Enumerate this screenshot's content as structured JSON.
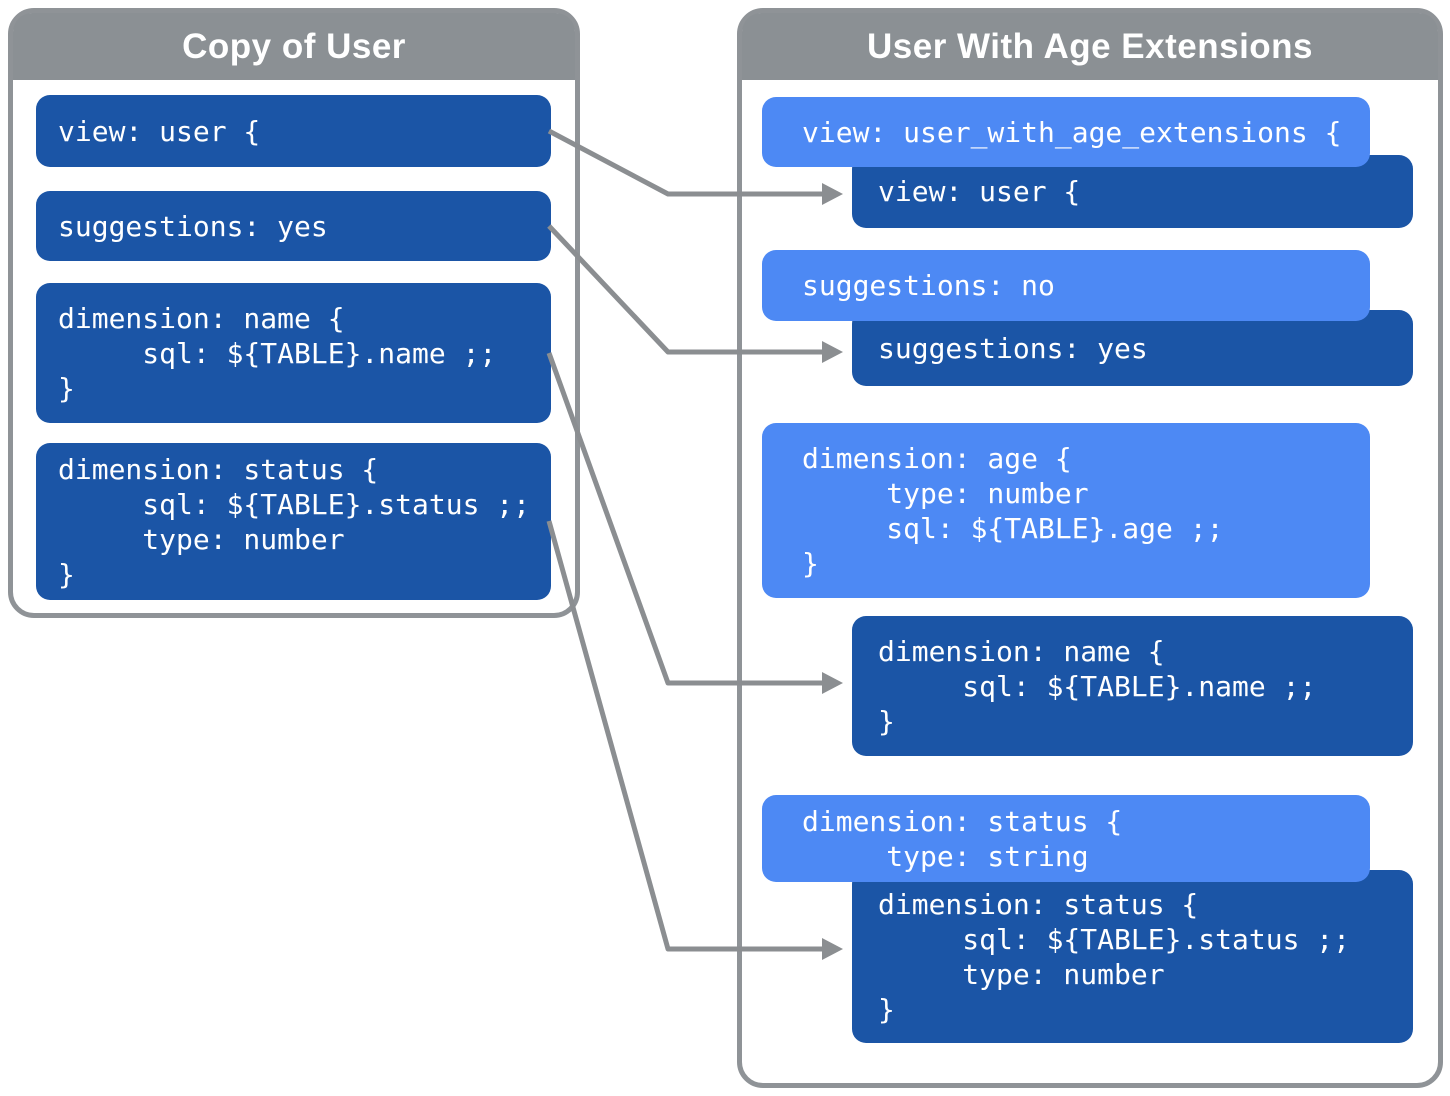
{
  "colors": {
    "dark_blue": "#1b55a6",
    "light_blue": "#4d89f4",
    "panel_gray": "#8b9094",
    "border_gray": "#8f9397",
    "arrow_gray": "#8b8e91",
    "text_white": "#ffffff"
  },
  "left_panel": {
    "title": "Copy of User",
    "blocks": [
      {
        "name": "view-user",
        "variant": "dark",
        "lines": [
          "view: user {"
        ]
      },
      {
        "name": "suggestions-yes",
        "variant": "dark",
        "lines": [
          "suggestions: yes"
        ]
      },
      {
        "name": "dimension-name",
        "variant": "dark",
        "lines": [
          "dimension: name {",
          "     sql: ${TABLE}.name ;;",
          "}"
        ]
      },
      {
        "name": "dimension-status",
        "variant": "dark",
        "lines": [
          "dimension: status {",
          "     sql: ${TABLE}.status ;;",
          "     type: number",
          "}"
        ]
      }
    ]
  },
  "right_panel": {
    "title": "User With Age Extensions",
    "blocks": [
      {
        "name": "view-extension",
        "variant": "light",
        "lines": [
          "view: user_with_age_extensions {"
        ]
      },
      {
        "name": "view-inherited",
        "variant": "dark",
        "lines": [
          "view: user {"
        ]
      },
      {
        "name": "suggestions-override",
        "variant": "light",
        "lines": [
          "suggestions: no"
        ]
      },
      {
        "name": "suggestions-inherited",
        "variant": "dark",
        "lines": [
          "suggestions: yes"
        ]
      },
      {
        "name": "dimension-age",
        "variant": "light",
        "lines": [
          "dimension: age {",
          "     type: number",
          "     sql: ${TABLE}.age ;;",
          "}"
        ]
      },
      {
        "name": "dimension-name-inherited",
        "variant": "dark",
        "lines": [
          "dimension: name {",
          "     sql: ${TABLE}.name ;;",
          "}"
        ]
      },
      {
        "name": "dimension-status-override",
        "variant": "light",
        "lines": [
          "dimension: status {",
          "     type: string"
        ]
      },
      {
        "name": "dimension-status-inherited",
        "variant": "dark",
        "lines": [
          "dimension: status {",
          "     sql: ${TABLE}.status ;;",
          "     type: number",
          "}"
        ]
      }
    ]
  },
  "connections": [
    {
      "from": "view-user",
      "to": "view-inherited"
    },
    {
      "from": "suggestions-yes",
      "to": "suggestions-inherited"
    },
    {
      "from": "dimension-name",
      "to": "dimension-name-inherited"
    },
    {
      "from": "dimension-status",
      "to": "dimension-status-inherited"
    }
  ]
}
